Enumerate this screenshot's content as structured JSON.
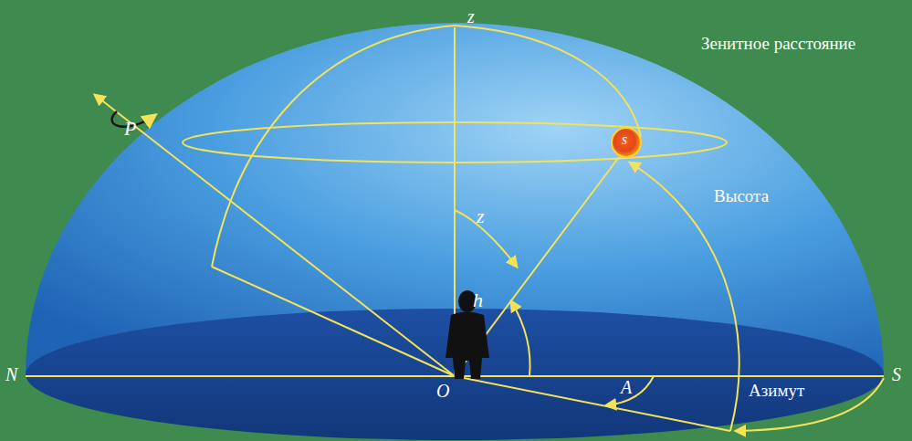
{
  "diagram": {
    "labels": [
      "z",
      "Зенитное расстояние",
      "P",
      "s",
      "z",
      "Высота",
      "h",
      "N",
      "O",
      "A",
      "S",
      "Азимут"
    ]
  }
}
